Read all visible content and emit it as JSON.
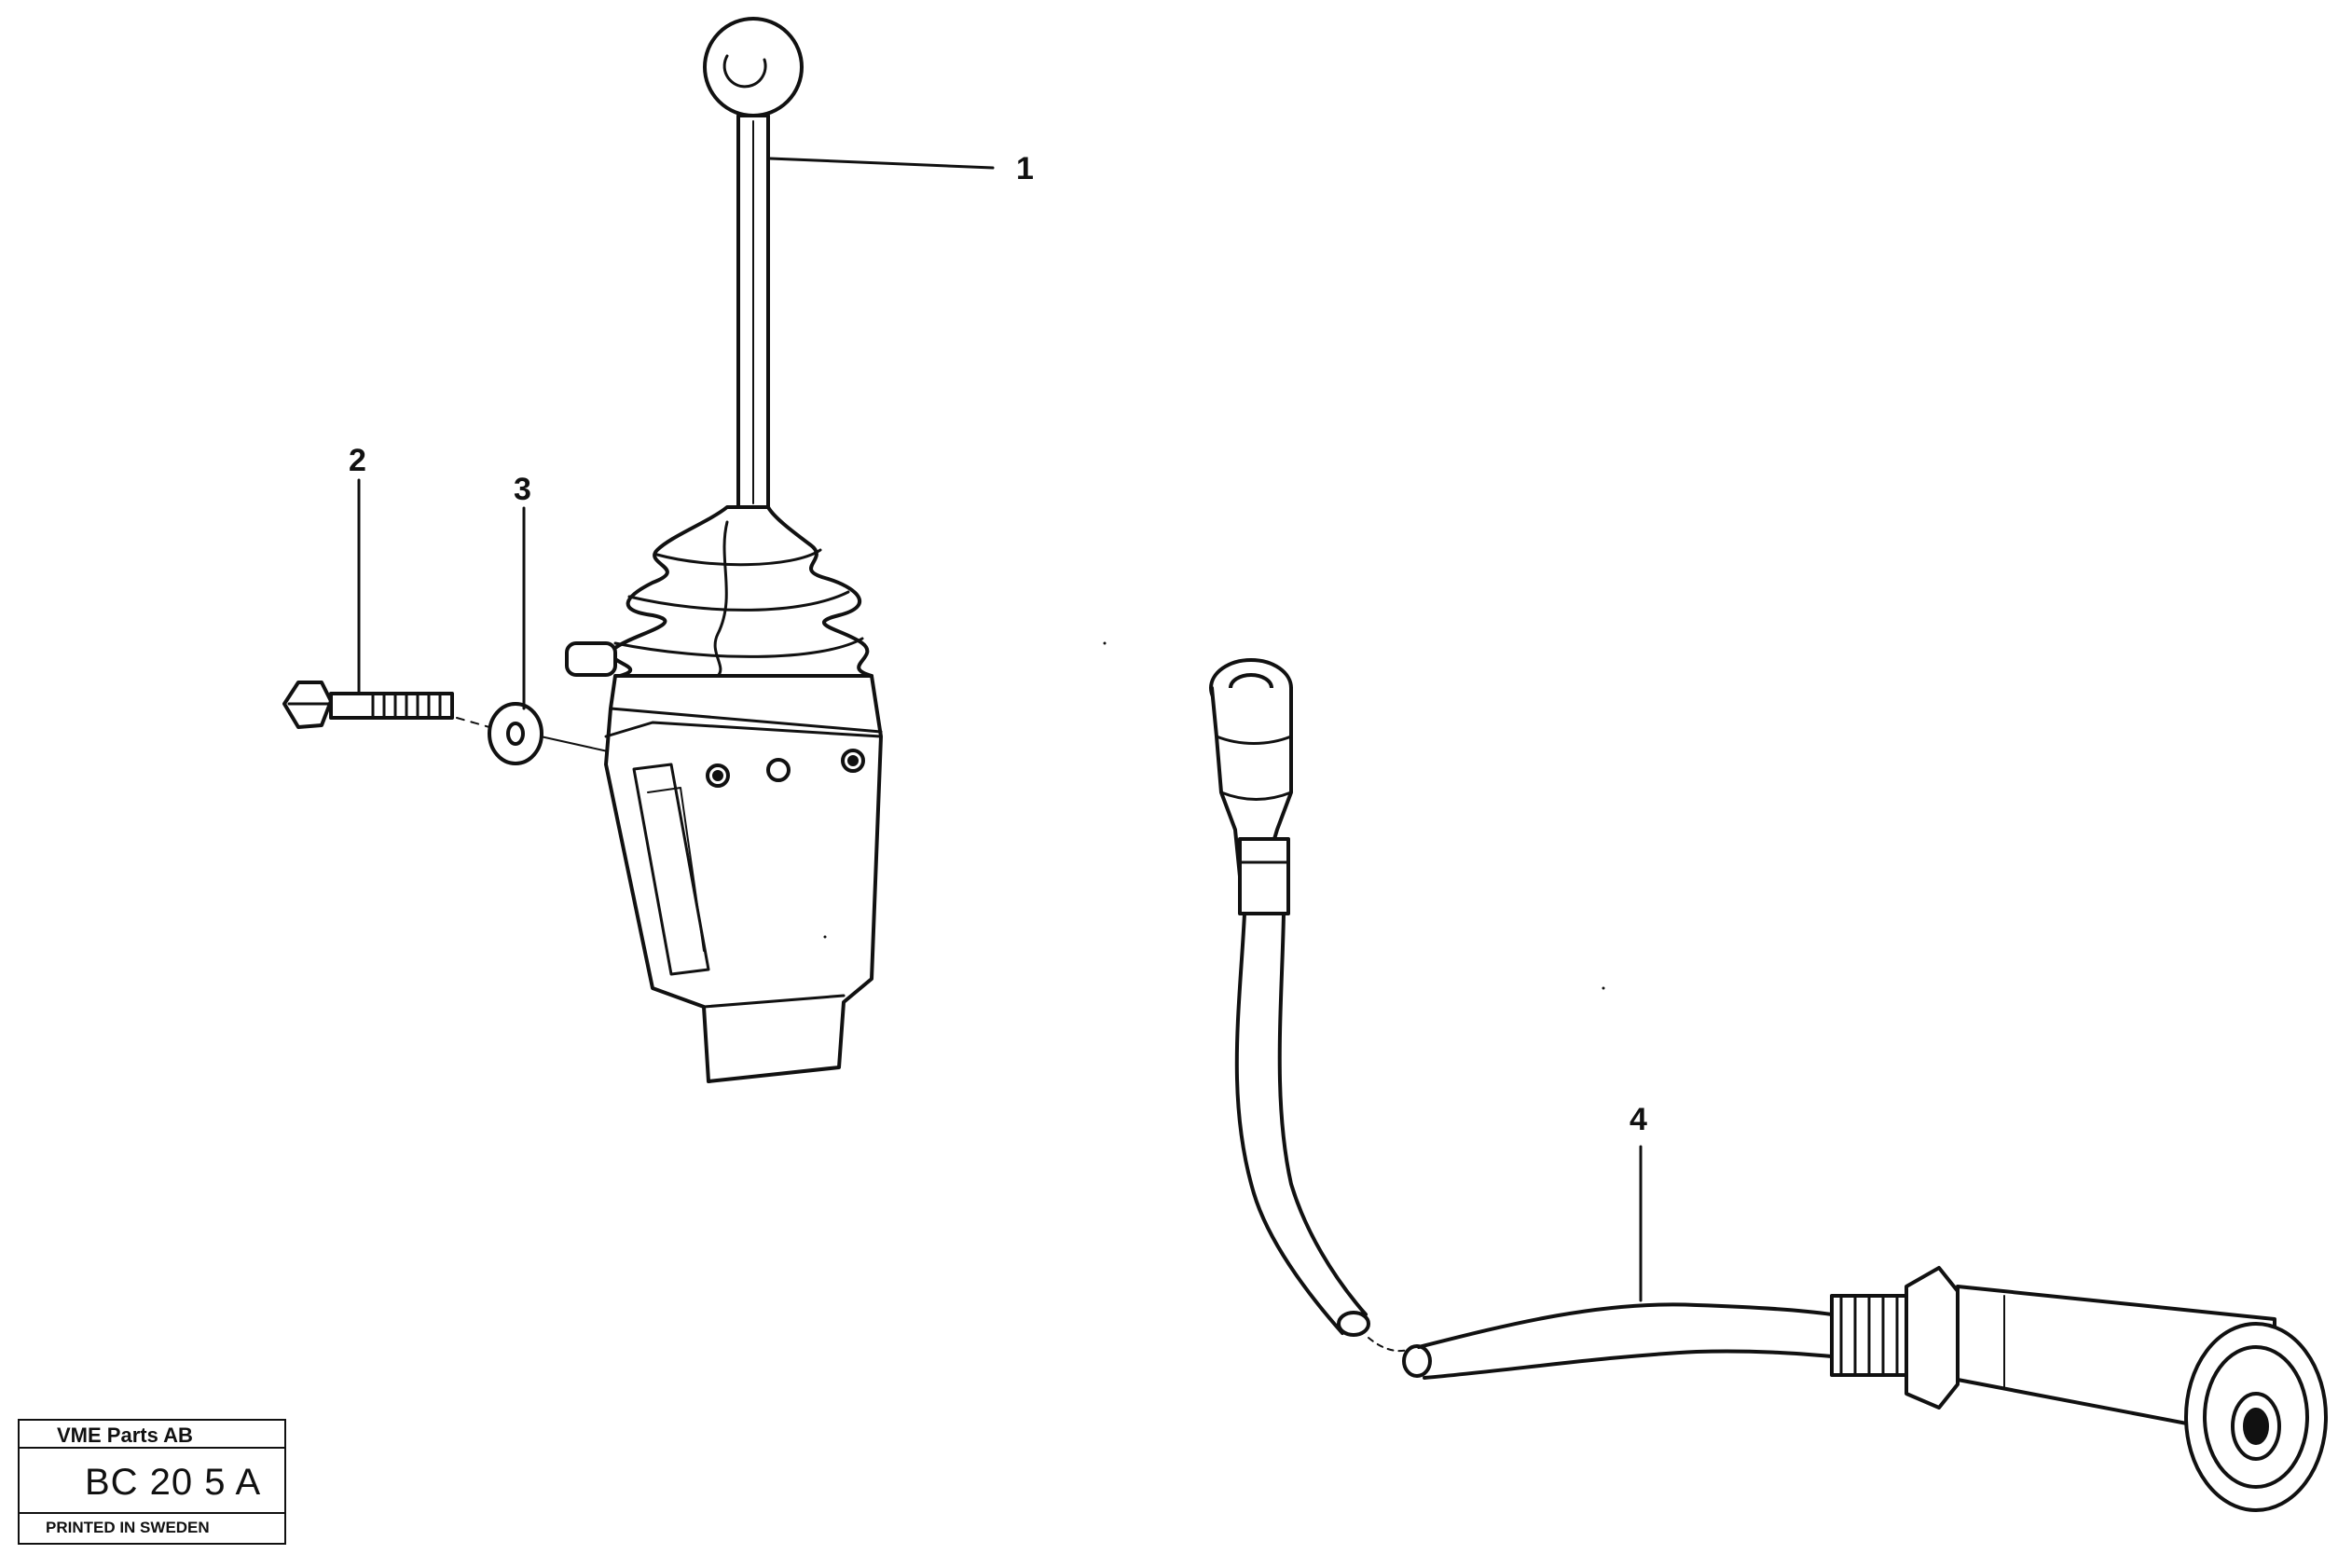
{
  "callouts": {
    "c1": "1",
    "c2": "2",
    "c3": "3",
    "c4": "4"
  },
  "title_block": {
    "company": "VME Parts AB",
    "code": "BC 20 5 A",
    "printed": "PRINTED IN SWEDEN"
  },
  "colors": {
    "ink": "#111111",
    "paper": "#ffffff"
  }
}
